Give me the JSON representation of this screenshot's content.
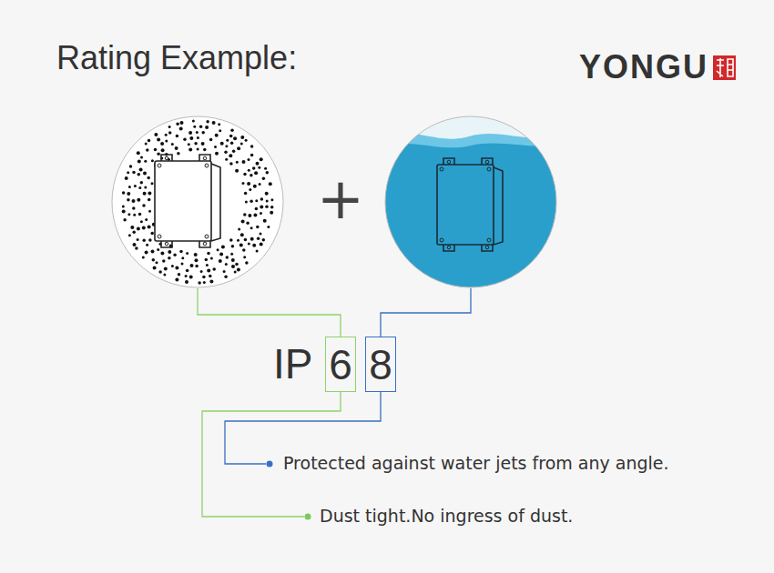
{
  "diagram": {
    "title": "Rating Example:",
    "nodes": [
      {
        "text": [
          "6"
        ]
      },
      {
        "text": [
          "8"
        ]
      }
    ],
    "labels": [
      "YONGU",
      "+",
      "IP",
      "Protected against water jets from any angle.",
      "Dust tight.No ingress of dust."
    ]
  }
}
